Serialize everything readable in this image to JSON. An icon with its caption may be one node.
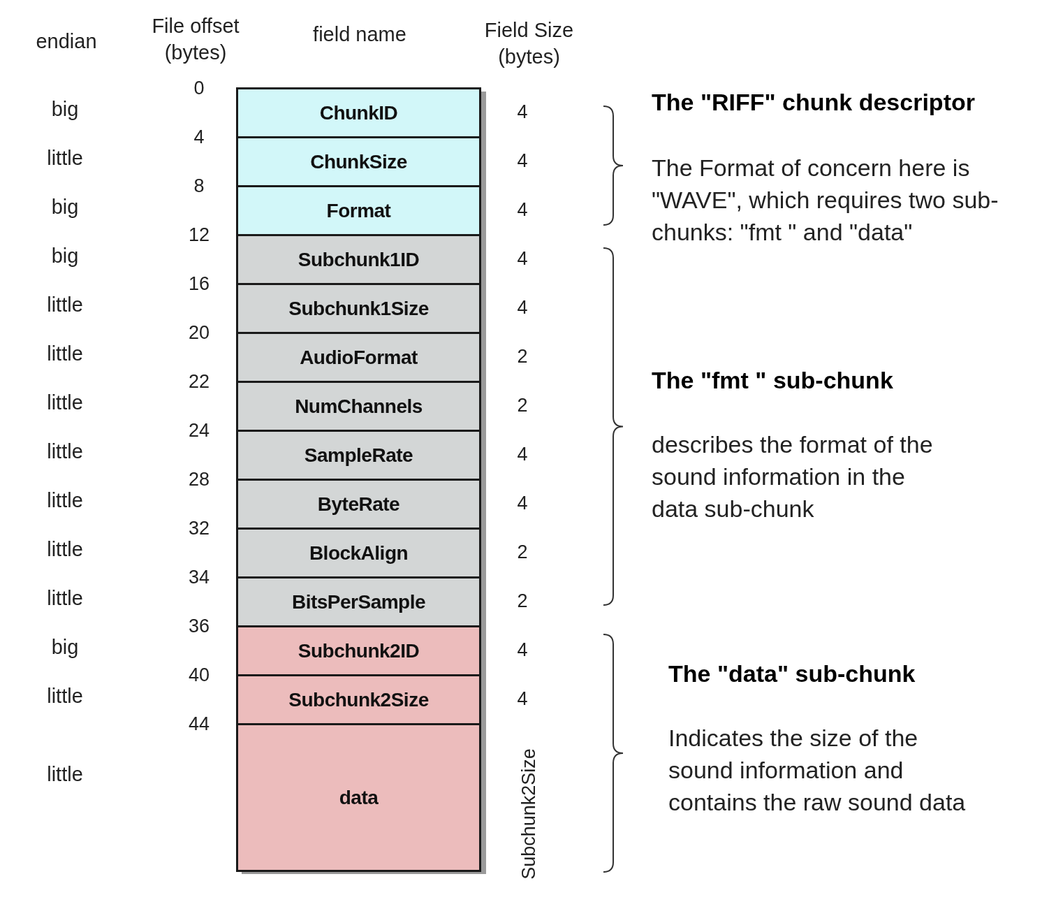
{
  "diagram": {
    "nodes": [
      {
        "text": [
          "ChunkID"
        ],
        "beside": [
          "4"
        ]
      },
      {
        "text": [
          "ChunkSize"
        ],
        "beside": [
          "4"
        ]
      },
      {
        "text": [
          "Format"
        ],
        "beside": [
          "4"
        ]
      },
      {
        "text": [
          "Subchunk1ID"
        ],
        "beside": [
          "4"
        ]
      },
      {
        "text": [
          "Subchunk1Size"
        ],
        "beside": [
          "4"
        ]
      },
      {
        "text": [
          "AudioFormat"
        ],
        "beside": [
          "2"
        ]
      },
      {
        "text": [
          "NumChannels"
        ],
        "beside": [
          "2"
        ]
      },
      {
        "text": [
          "SampleRate"
        ],
        "beside": [
          "4"
        ]
      },
      {
        "text": [
          "ByteRate"
        ],
        "beside": [
          "4"
        ]
      },
      {
        "text": [
          "BlockAlign"
        ],
        "beside": [
          "2"
        ]
      },
      {
        "text": [
          "BitsPerSample"
        ],
        "beside": [
          "2"
        ]
      },
      {
        "text": [
          "Subchunk2ID"
        ],
        "beside": [
          "4"
        ]
      },
      {
        "text": [
          "Subchunk2Size"
        ],
        "beside": [
          "4"
        ]
      },
      {
        "text": [
          "data"
        ],
        "beside": [
          "Subchunk2Size"
        ]
      }
    ],
    "labels": [
      "endian",
      "File offset (bytes)",
      "field name",
      "Field Size (bytes)",
      "0",
      "4",
      "8",
      "12",
      "16",
      "20",
      "22",
      "24",
      "28",
      "32",
      "34",
      "36",
      "40",
      "44",
      "The \"RIFF\" chunk descriptor",
      "The Format of concern here is \"WAVE\", which requires two sub-chunks: \"fmt \" and \"data\"",
      "The \"fmt \" sub-chunk",
      "describes the format of the sound information in the data sub-chunk",
      "The \"data\" sub-chunk",
      "Indicates the size of the sound information and contains the raw sound data",
      "big",
      "little",
      "big",
      "big",
      "little",
      "little",
      "little",
      "little",
      "little",
      "little",
      "little",
      "big",
      "little",
      "little"
    ]
  }
}
